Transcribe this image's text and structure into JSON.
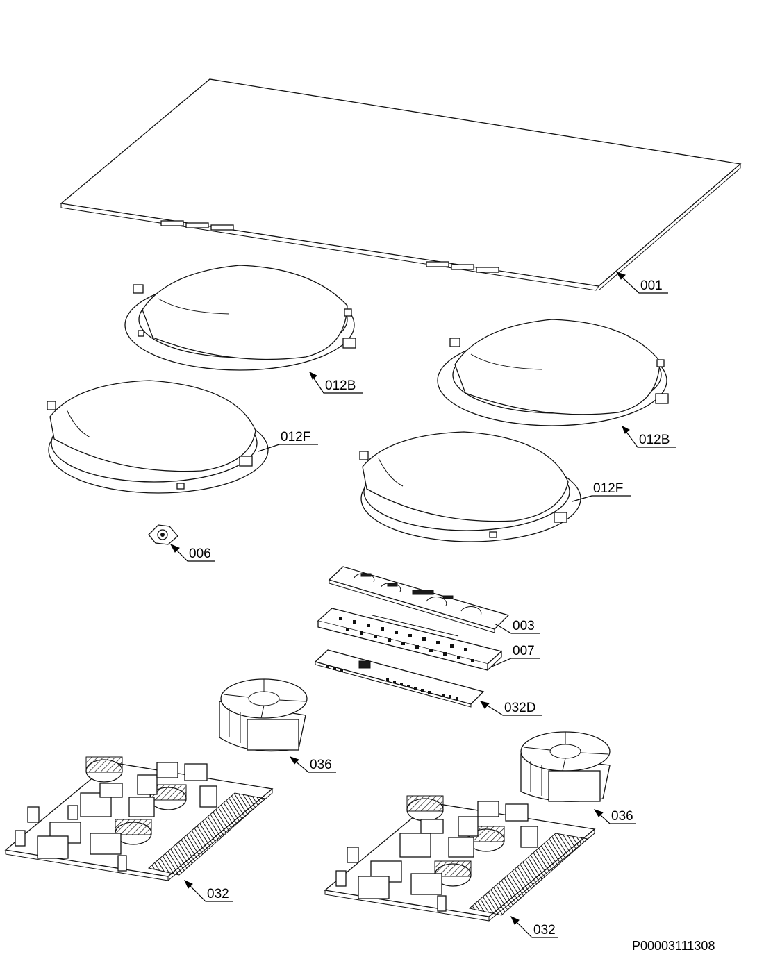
{
  "diagram": {
    "drawing_id": "P00003111308",
    "callouts": {
      "c001": "001",
      "c012b_left": "012B",
      "c012f_left": "012F",
      "c012b_right": "012B",
      "c012f_right": "012F",
      "c006": "006",
      "c003": "003",
      "c007": "007",
      "c032d": "032D",
      "c036_left": "036",
      "c036_right": "036",
      "c032_left": "032",
      "c032_right": "032"
    }
  }
}
